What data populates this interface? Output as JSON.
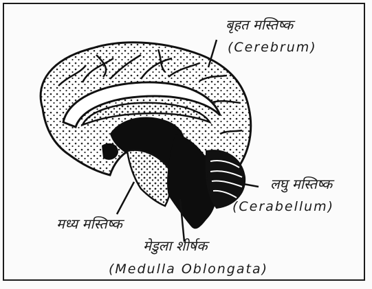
{
  "labels": {
    "cerebrum_hi": "बृहत मस्तिष्क",
    "cerebrum_en": "(Cerebrum)",
    "cerebellum_hi": "लघु मस्तिष्क",
    "cerebellum_en": "(Cerabellum)",
    "midbrain_hi": "मध्य मस्तिष्क",
    "medulla_hi": "मेडुला शीर्षक",
    "medulla_en": "(Medulla Oblongata)"
  }
}
